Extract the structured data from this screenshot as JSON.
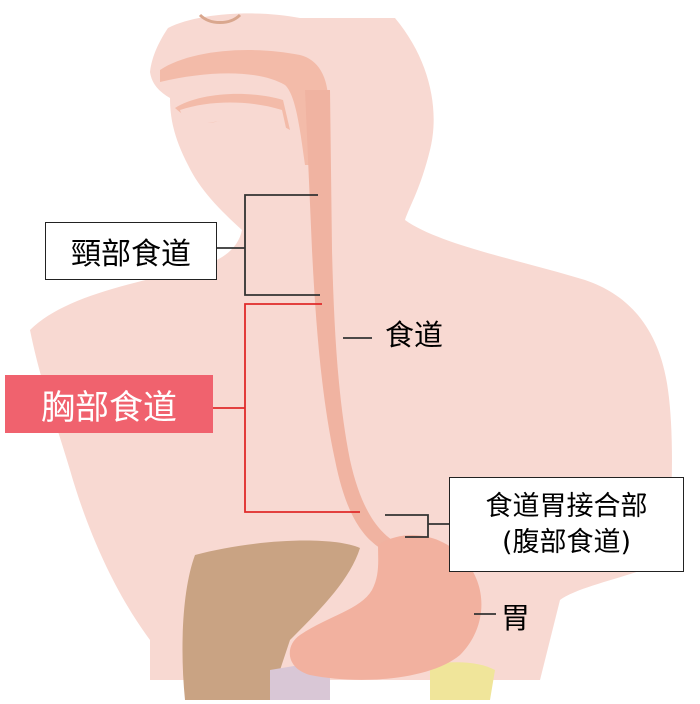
{
  "labels": {
    "cervical": "頸部食道",
    "thoracic": "胸部食道",
    "esophagus": "食道",
    "gej_line1": "食道胃接合部",
    "gej_line2": "(腹部食道)",
    "stomach": "胃"
  },
  "colors": {
    "skin": "#f8d9d2",
    "esophagus": "#f0b3a1",
    "stomach": "#f2b19f",
    "liver": "#c9a383",
    "highlight": "#f0626e",
    "bracket_black": "#333333",
    "bracket_red": "#e02a2a"
  }
}
